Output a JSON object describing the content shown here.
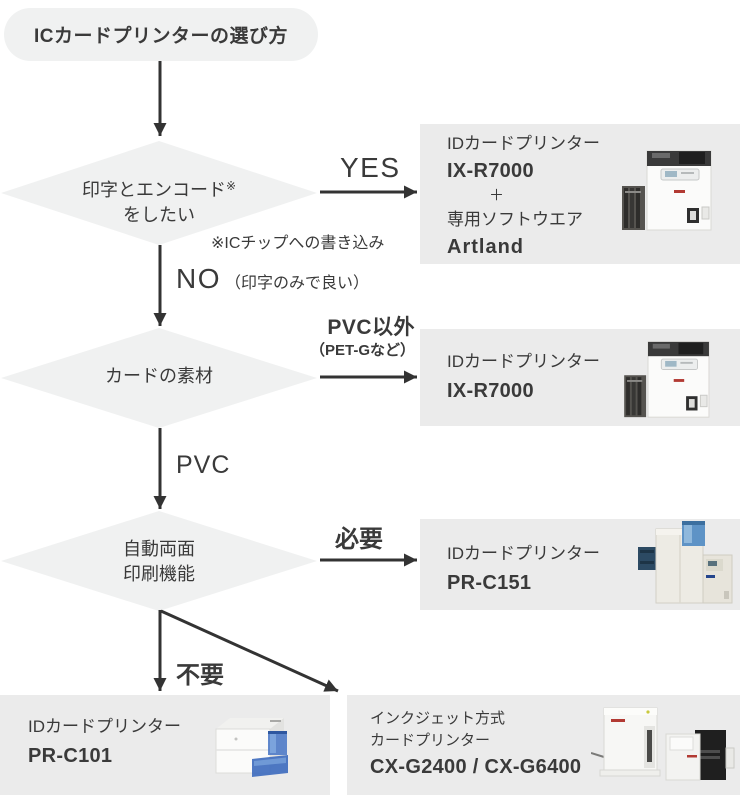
{
  "title": "ICカードプリンターの選び方",
  "palette": {
    "background": "#ffffff",
    "node_fill": "#f0f1f1",
    "product_box_fill": "#ebebeb",
    "line_color": "#333333",
    "text_color": "#3a3a3a"
  },
  "decisions": {
    "print_encode": {
      "line1": "印字とエンコード",
      "sup": "※",
      "line2": "をしたい"
    },
    "card_material": {
      "line1": "カードの素材"
    },
    "duplex": {
      "line1": "自動両面",
      "line2": "印刷機能"
    }
  },
  "labels": {
    "yes": "YES",
    "ic_note": "※ICチップへの書き込み",
    "no": "NO",
    "no_detail": "（印字のみで良い）",
    "pvc_other": "PVC以外",
    "pvc_other_detail": "（PET-Gなど）",
    "pvc": "PVC",
    "required": "必要",
    "not_required": "不要"
  },
  "products": {
    "ix_r7000_artland": {
      "category": "IDカードプリンター",
      "model": "IX-R7000",
      "plus": "＋",
      "software_label": "専用ソフトウエア",
      "software_name": "Artland",
      "image": "ix-r7000-printer-photo"
    },
    "ix_r7000": {
      "category": "IDカードプリンター",
      "model": "IX-R7000",
      "image": "ix-r7000-printer-photo"
    },
    "pr_c151": {
      "category": "IDカードプリンター",
      "model": "PR-C151",
      "image": "pr-c151-printer-photo"
    },
    "pr_c101": {
      "category": "IDカードプリンター",
      "model": "PR-C101",
      "image": "pr-c101-printer-photo"
    },
    "cx_g2400_g6400": {
      "category_line1": "インクジェット方式",
      "category_line2": "カードプリンター",
      "model": "CX-G2400 / CX-G6400",
      "image": "cx-g2400-cx-g6400-printer-photo"
    }
  }
}
